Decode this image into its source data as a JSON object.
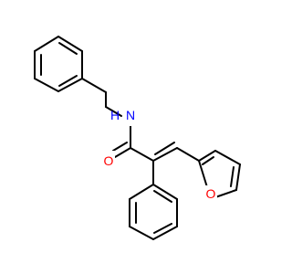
{
  "molecule": {
    "atoms": {
      "nitrogen": {
        "symbol": "N",
        "hydrogen": "H",
        "color": "#0000ff"
      },
      "carbonyl_oxygen": {
        "symbol": "O",
        "color": "#ff0000"
      },
      "furan_oxygen": {
        "symbol": "O",
        "color": "#ff0000"
      }
    },
    "bond_color": "#000000"
  }
}
